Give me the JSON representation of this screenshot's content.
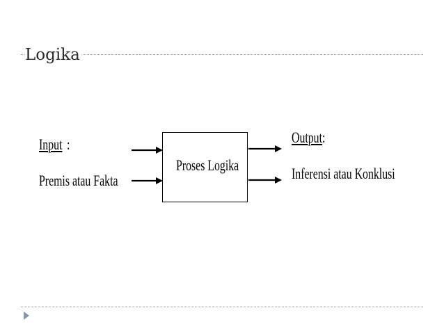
{
  "slide": {
    "title": "Logika"
  },
  "diagram": {
    "input": {
      "heading": "Input",
      "colon": ":",
      "body": "Premis atau Fakta"
    },
    "process": {
      "label": "Proses Logika"
    },
    "output": {
      "heading": "Output",
      "colon": ":",
      "body": "Inferensi atau Konklusi"
    }
  },
  "icons": {
    "bullet": "triangle-right-icon"
  },
  "colors": {
    "rule": "#9aa6b8",
    "bullet": "#8496b0",
    "text": "#000000"
  }
}
